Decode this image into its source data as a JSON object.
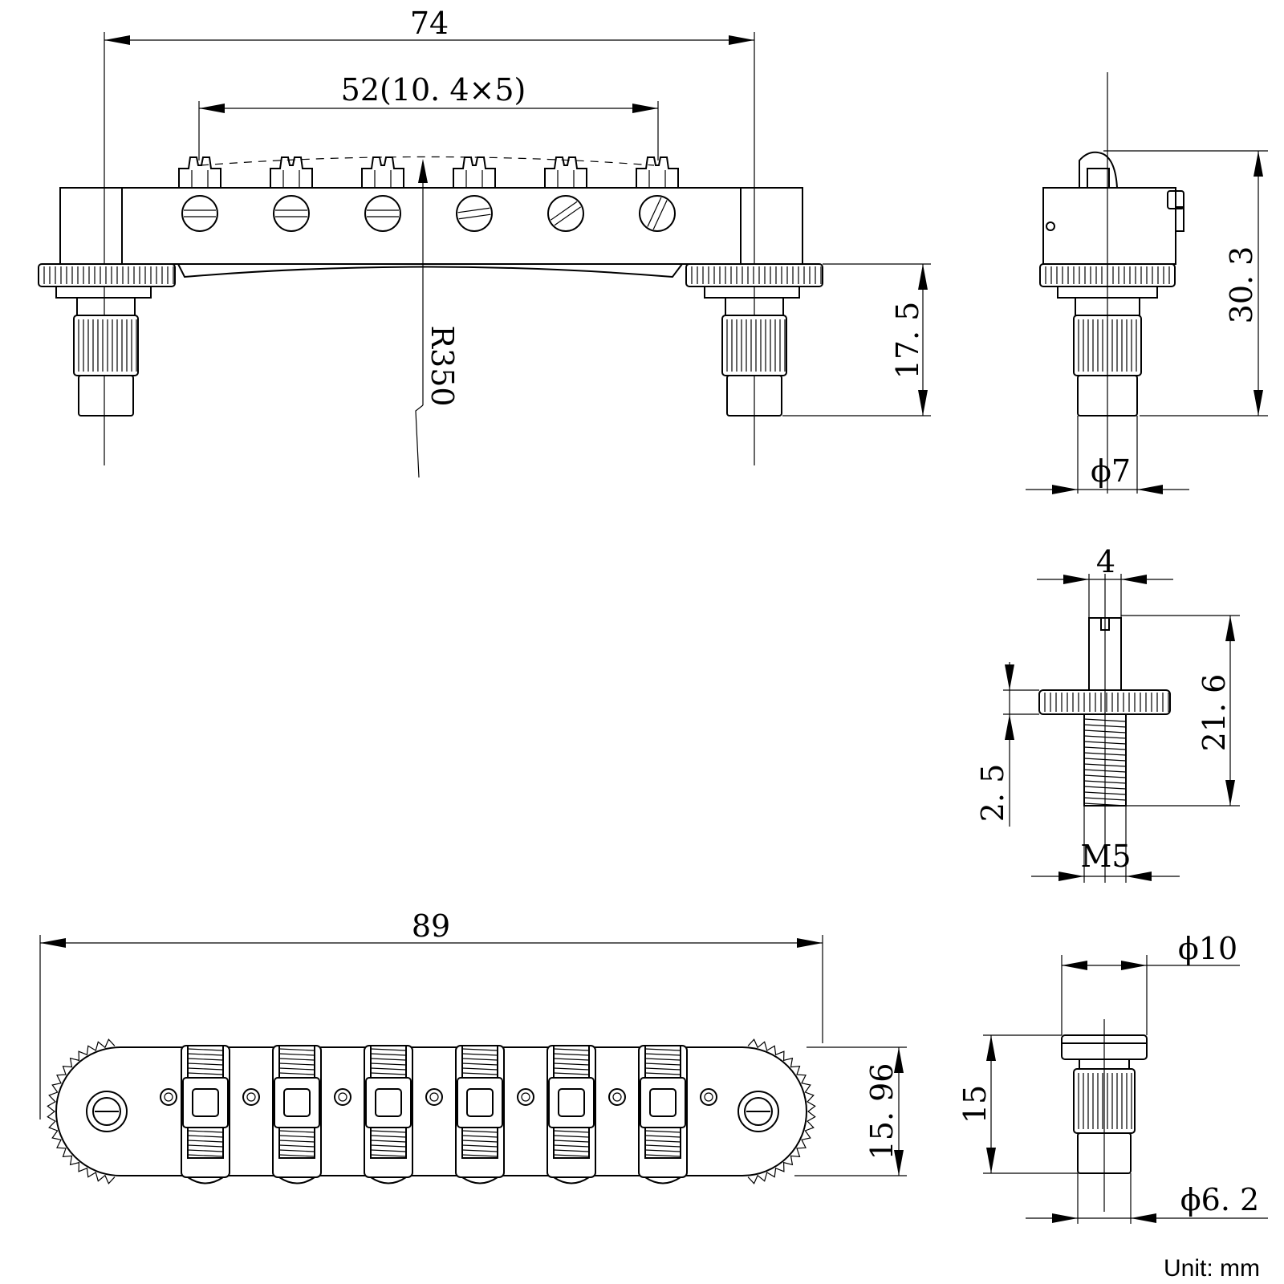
{
  "dimensions": {
    "top_width": "74",
    "string_spacing": "52(10. 4×5)",
    "radius": "R350",
    "post_height": "17. 5",
    "side_height": "30. 3",
    "post_diameter": "ϕ7",
    "screw_head_width": "4",
    "screw_length": "21. 6",
    "wheel_thickness": "2. 5",
    "thread": "M5",
    "bottom_width": "89",
    "bottom_depth": "15. 96",
    "stud_diameter_top": "ϕ10",
    "stud_height": "15",
    "stud_diameter_bottom": "ϕ6. 2"
  },
  "unit_label": "Unit: mm"
}
